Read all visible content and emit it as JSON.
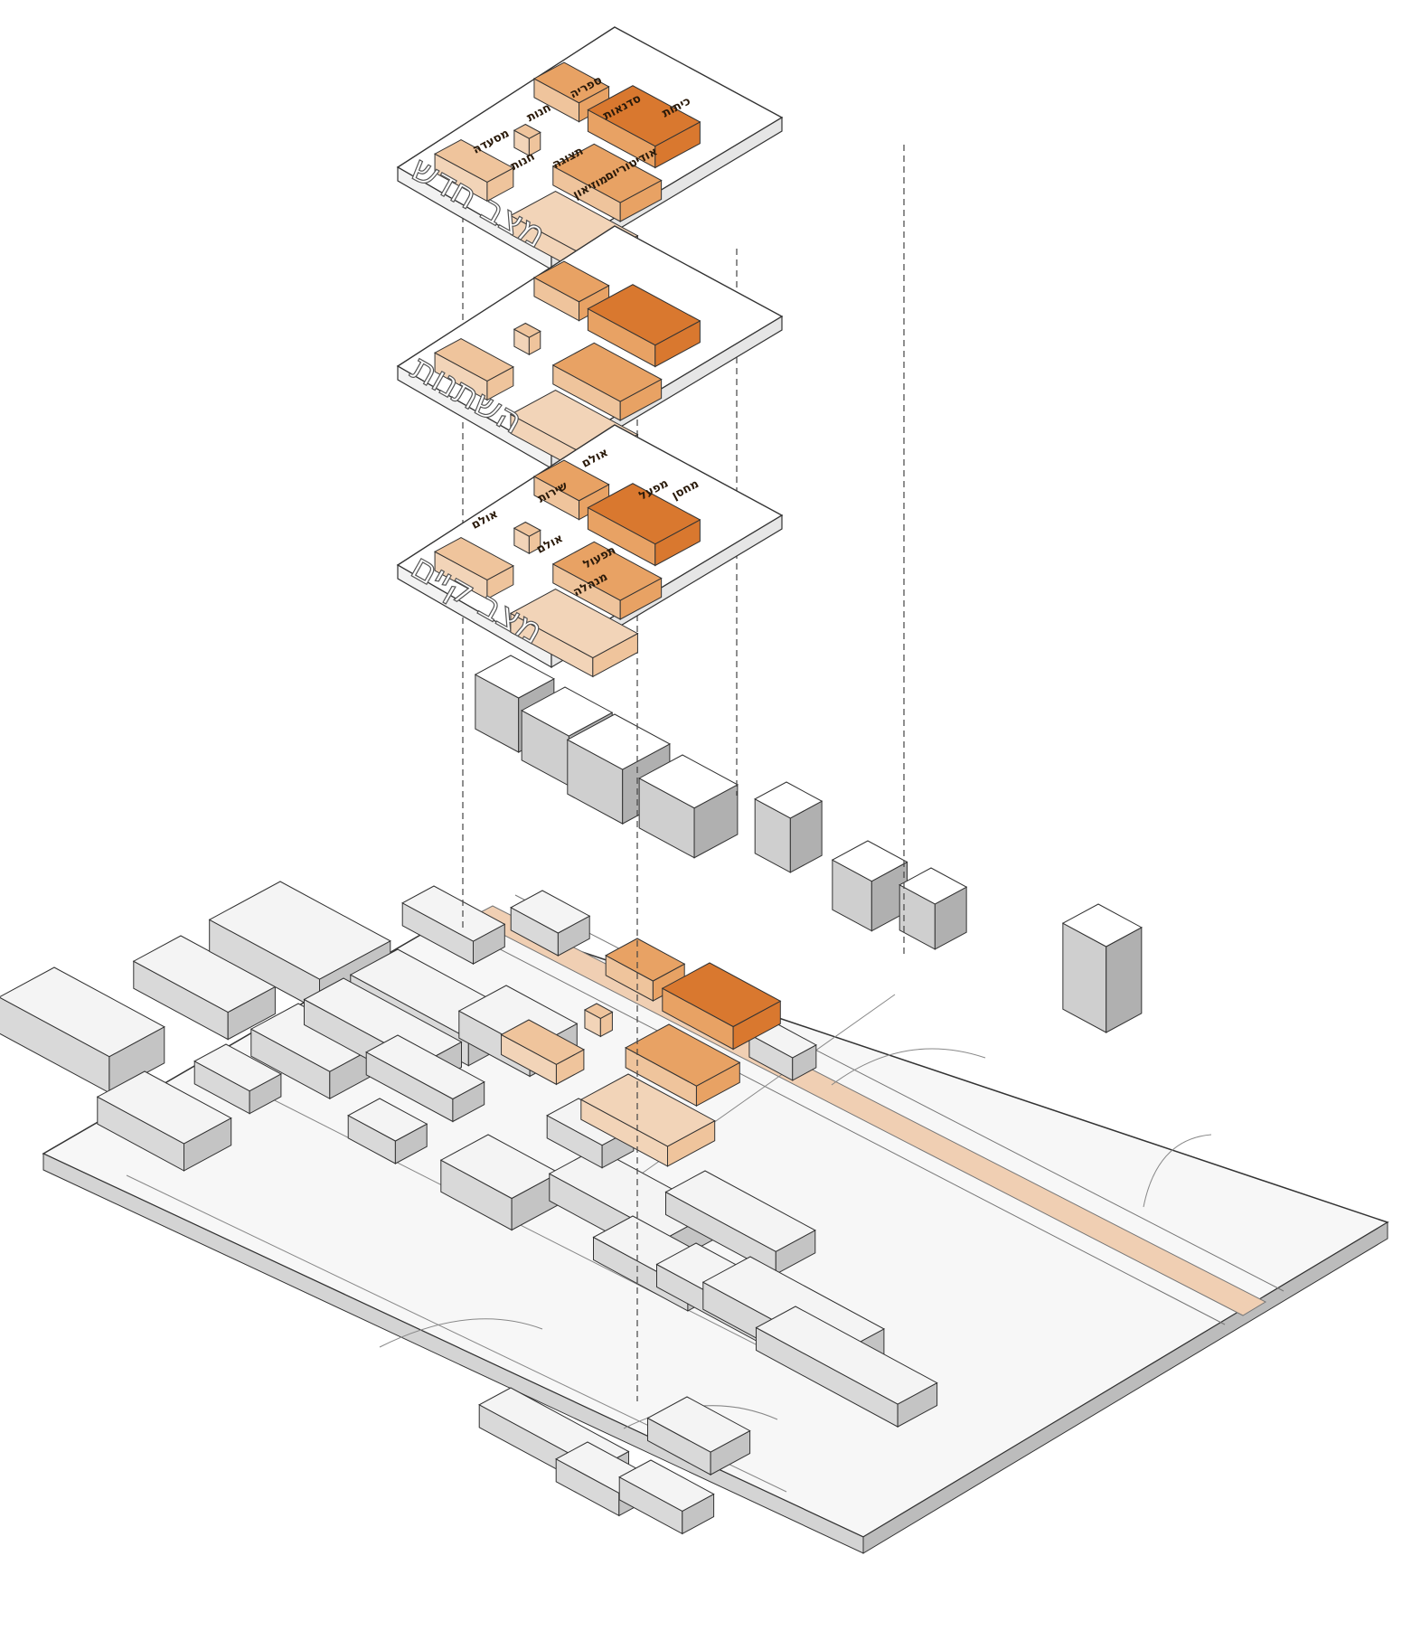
{
  "colors": {
    "background": "#ffffff",
    "slab_top": "#ffffff",
    "slab_edge": "#333333",
    "orange_dark": "#d9782f",
    "orange_mid": "#e8a264",
    "orange_light": "#efc49c",
    "orange_pale": "#f2d4b8",
    "context_top": "#f4f4f4",
    "context_left": "#d9d9d9",
    "context_right": "#c4c4c4",
    "shadow": "#e3e3e3",
    "rail_strip": "#f0cfb3"
  },
  "layers": [
    {
      "title": "מצב חדש",
      "labels": [
        "ספריה",
        "חנות",
        "מסעדה",
        "סדנאות",
        "כיתות",
        "תצוגה",
        "חנות",
        "אודיטוריום",
        "מוזיאון"
      ]
    },
    {
      "title": "השתנות",
      "labels": []
    },
    {
      "title": "מצב קיים",
      "labels": [
        "אולם",
        "מפעל",
        "מחסן",
        "אולם",
        "שירות",
        "אולם",
        "תפעול",
        "מנהלה"
      ]
    }
  ]
}
